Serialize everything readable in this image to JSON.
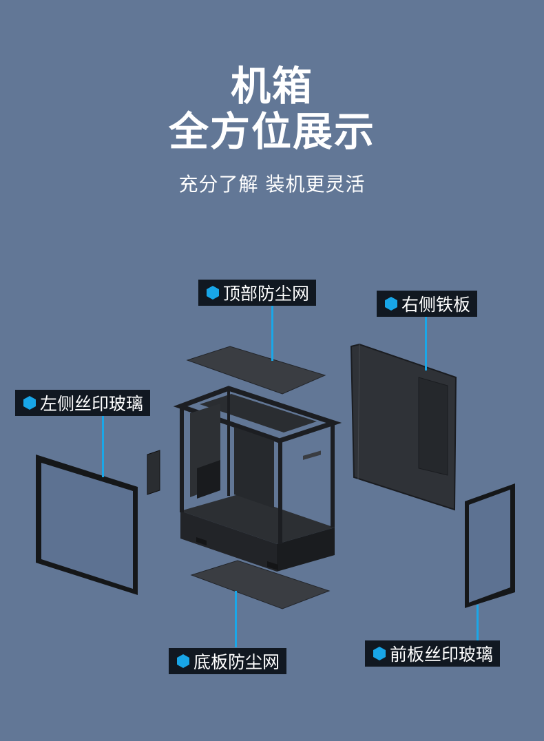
{
  "header": {
    "title_line1": "机箱",
    "title_line2": "全方位展示",
    "subtitle": "充分了解 装机更灵活"
  },
  "labels": {
    "top_dust_filter": "顶部防尘网",
    "right_steel_panel": "右侧铁板",
    "left_printed_glass": "左侧丝印玻璃",
    "bottom_dust_filter": "底板防尘网",
    "front_printed_glass": "前板丝印玻璃"
  },
  "colors": {
    "background": "#627796",
    "accent": "#1aa7e8",
    "label_bg": "#111821"
  }
}
